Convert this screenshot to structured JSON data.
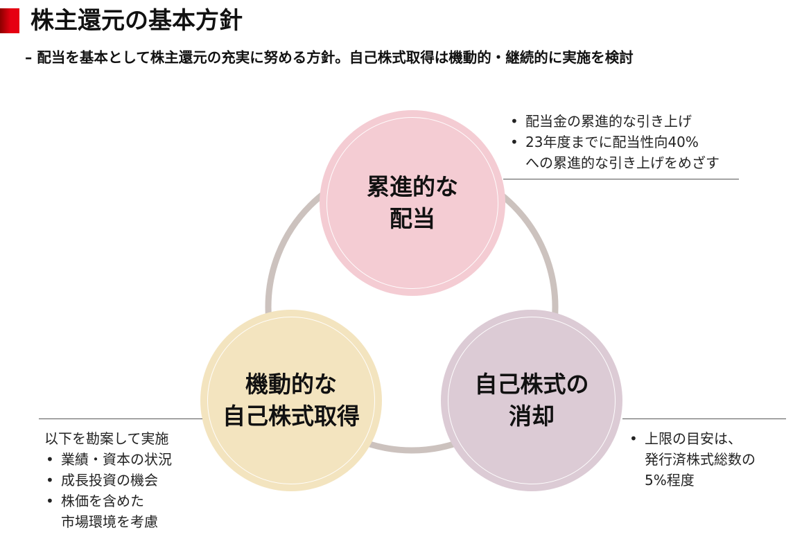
{
  "header": {
    "title": "株主還元の基本方針",
    "subtitle": "– 配当を基本として株主還元の充実に努める方針。自己株式取得は機動的・継続的に実施を検討"
  },
  "diagram": {
    "ring_color": "#ccc2be",
    "top": {
      "line1": "累進的な",
      "line2": "配当",
      "color": "#f4ccd3",
      "notes": [
        "配当金の累進的な引き上げ",
        "23年度までに配当性向40%",
        "への累進的な引き上げをめざす"
      ]
    },
    "left": {
      "line1": "機動的な",
      "line2": "自己株式取得",
      "color": "#f3e4bf",
      "intro": "以下を勘案して実施",
      "notes": [
        "業績・資本の状況",
        "成長投資の機会",
        "株価を含めた",
        "市場環境を考慮"
      ]
    },
    "right": {
      "line1": "自己株式の",
      "line2": "消却",
      "color": "#dccbd5",
      "notes": [
        "上限の目安は、",
        "発行済株式総数の",
        "5%程度"
      ]
    }
  },
  "colors": {
    "accent": "#e60012",
    "rule": "#555555"
  }
}
